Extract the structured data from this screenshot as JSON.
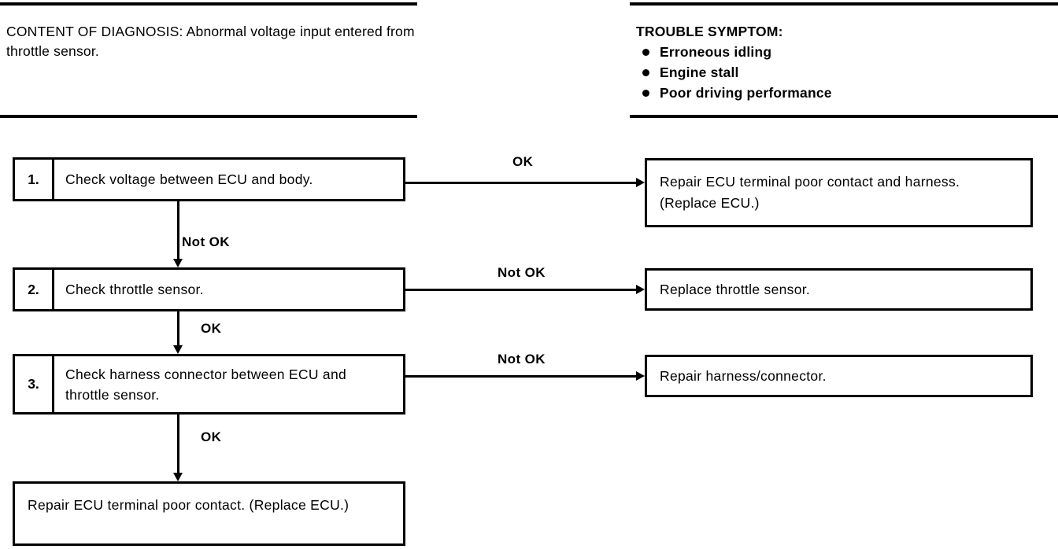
{
  "header": {
    "diagnosis": {
      "label": "CONTENT OF DIAGNOSIS:",
      "text": "Abnormal voltage input entered from throttle sensor.",
      "full": "CONTENT OF DIAGNOSIS: Abnormal voltage input entered from throttle sensor."
    },
    "symptom": {
      "title": "TROUBLE SYMPTOM:",
      "items": [
        "Erroneous idling",
        "Engine stall",
        "Poor driving performance"
      ]
    }
  },
  "flow": {
    "steps": [
      {
        "number": "1.",
        "text": "Check voltage between ECU and body."
      },
      {
        "number": "2.",
        "text": "Check throttle sensor."
      },
      {
        "number": "3.",
        "text": "Check harness connector between ECU and throttle sensor."
      }
    ],
    "results": [
      {
        "text": "Repair ECU terminal poor contact and harness. (Replace ECU.)"
      },
      {
        "text": "Replace throttle sensor."
      },
      {
        "text": "Repair harness/connector."
      }
    ],
    "final": {
      "text": "Repair ECU terminal poor contact. (Replace ECU.)"
    },
    "edge_labels": {
      "step1_right": "OK",
      "step1_down": "Not OK",
      "step2_right": "Not OK",
      "step2_down": "OK",
      "step3_right": "Not OK",
      "step3_down": "OK"
    }
  },
  "colors": {
    "ink": "#000000",
    "paper": "#ffffff"
  }
}
